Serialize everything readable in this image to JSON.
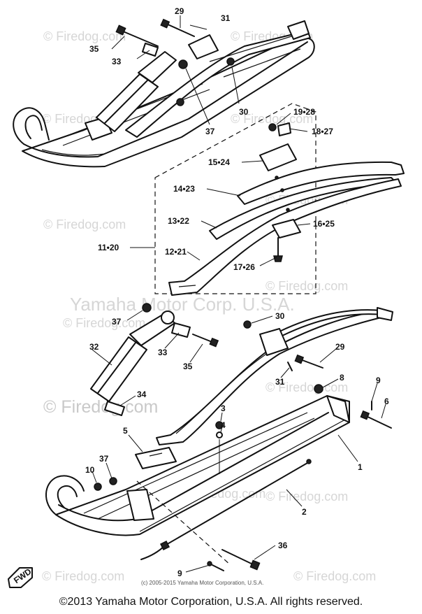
{
  "watermarks": [
    "© Firedog.com",
    "© Firedog.com",
    "© Firedog.com",
    "© Firedog.com",
    "© Firedog.com",
    "© Firedog.com",
    "© Firedog.com",
    "© Firedog.com",
    "© Firedog.com",
    "© Firedog.com",
    "© Firedog.com",
    "© Firedog.com",
    "© Firedog.com"
  ],
  "center_watermark": "Yamaha Motor Corp. U.S.A.",
  "big_watermark": "© Firedog.com",
  "diagram_copyright": "(c) 2005-2015 Yamaha Motor Corporation, U.S.A.",
  "fwd_label": "FWD",
  "callouts": [
    "29",
    "31",
    "35",
    "33",
    "30",
    "37",
    "19•28",
    "18•27",
    "15•24",
    "14•23",
    "13•22",
    "16•25",
    "11•20",
    "12•21",
    "17•26",
    "37",
    "30",
    "32",
    "33",
    "35",
    "29",
    "31",
    "34",
    "8",
    "9",
    "6",
    "3",
    "4",
    "5",
    "1",
    "37",
    "10",
    "2",
    "36",
    "9"
  ],
  "footer": "©2013 Yamaha Motor Corporation, U.S.A. All rights reserved."
}
